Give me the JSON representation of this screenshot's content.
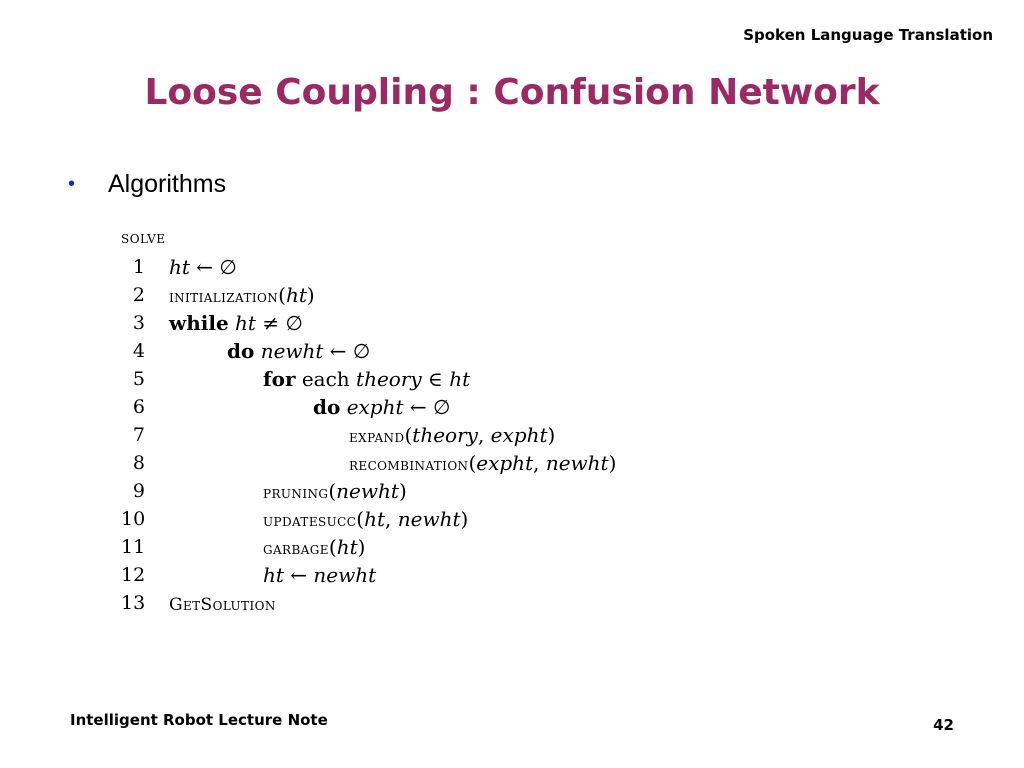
{
  "header": {
    "course_title": "Spoken Language Translation"
  },
  "slide": {
    "title": "Loose Coupling : Confusion Network"
  },
  "bullets": [
    {
      "marker": "•",
      "text": "Algorithms"
    }
  ],
  "algorithm": {
    "name": "solve",
    "lines": [
      {
        "num": "1",
        "indent": 0,
        "segments": [
          {
            "t": "ht",
            "s": "var"
          },
          {
            "t": " ← ∅",
            "s": ""
          }
        ]
      },
      {
        "num": "2",
        "indent": 0,
        "segments": [
          {
            "t": "initialization",
            "s": "sc"
          },
          {
            "t": "(",
            "s": ""
          },
          {
            "t": "ht",
            "s": "var"
          },
          {
            "t": ")",
            "s": ""
          }
        ]
      },
      {
        "num": "3",
        "indent": 0,
        "segments": [
          {
            "t": "while",
            "s": "kw"
          },
          {
            "t": " ",
            "s": ""
          },
          {
            "t": "ht",
            "s": "var"
          },
          {
            "t": " ≠ ∅",
            "s": ""
          }
        ]
      },
      {
        "num": "4",
        "indent": 1,
        "segments": [
          {
            "t": "do",
            "s": "kw"
          },
          {
            "t": " ",
            "s": ""
          },
          {
            "t": "newht",
            "s": "var"
          },
          {
            "t": " ← ∅",
            "s": ""
          }
        ]
      },
      {
        "num": "5",
        "indent": 2,
        "segments": [
          {
            "t": "for",
            "s": "kw"
          },
          {
            "t": " each ",
            "s": ""
          },
          {
            "t": "theory",
            "s": "var"
          },
          {
            "t": " ∈ ",
            "s": ""
          },
          {
            "t": "ht",
            "s": "var"
          }
        ]
      },
      {
        "num": "6",
        "indent": 3,
        "segments": [
          {
            "t": "do",
            "s": "kw"
          },
          {
            "t": " ",
            "s": ""
          },
          {
            "t": "expht",
            "s": "var"
          },
          {
            "t": " ← ∅",
            "s": ""
          }
        ]
      },
      {
        "num": "7",
        "indent": 4,
        "segments": [
          {
            "t": "expand",
            "s": "sc"
          },
          {
            "t": "(",
            "s": ""
          },
          {
            "t": "theory",
            "s": "var"
          },
          {
            "t": ", ",
            "s": ""
          },
          {
            "t": "expht",
            "s": "var"
          },
          {
            "t": ")",
            "s": ""
          }
        ]
      },
      {
        "num": "8",
        "indent": 4,
        "segments": [
          {
            "t": "recombination",
            "s": "sc"
          },
          {
            "t": "(",
            "s": ""
          },
          {
            "t": "expht",
            "s": "var"
          },
          {
            "t": ", ",
            "s": ""
          },
          {
            "t": "newht",
            "s": "var"
          },
          {
            "t": ")",
            "s": ""
          }
        ]
      },
      {
        "num": "9",
        "indent": 2,
        "segments": [
          {
            "t": "pruning",
            "s": "sc"
          },
          {
            "t": "(",
            "s": ""
          },
          {
            "t": "newht",
            "s": "var"
          },
          {
            "t": ")",
            "s": ""
          }
        ]
      },
      {
        "num": "10",
        "indent": 2,
        "segments": [
          {
            "t": "updatesucc",
            "s": "sc"
          },
          {
            "t": "(",
            "s": ""
          },
          {
            "t": "ht",
            "s": "var"
          },
          {
            "t": ", ",
            "s": ""
          },
          {
            "t": "newht",
            "s": "var"
          },
          {
            "t": ")",
            "s": ""
          }
        ]
      },
      {
        "num": "11",
        "indent": 2,
        "segments": [
          {
            "t": "garbage",
            "s": "sc"
          },
          {
            "t": "(",
            "s": ""
          },
          {
            "t": "ht",
            "s": "var"
          },
          {
            "t": ")",
            "s": ""
          }
        ]
      },
      {
        "num": "12",
        "indent": 2,
        "segments": [
          {
            "t": "ht",
            "s": "var"
          },
          {
            "t": " ← ",
            "s": ""
          },
          {
            "t": "newht",
            "s": "var"
          }
        ]
      },
      {
        "num": "13",
        "indent": 0,
        "segments": [
          {
            "t": "GetSolution",
            "s": "sc"
          }
        ]
      }
    ]
  },
  "footer": {
    "left_text": "Intelligent Robot Lecture Note",
    "page_number": "42"
  },
  "colors": {
    "title": "#9b2a64",
    "bullet": "#1a2d9a"
  }
}
